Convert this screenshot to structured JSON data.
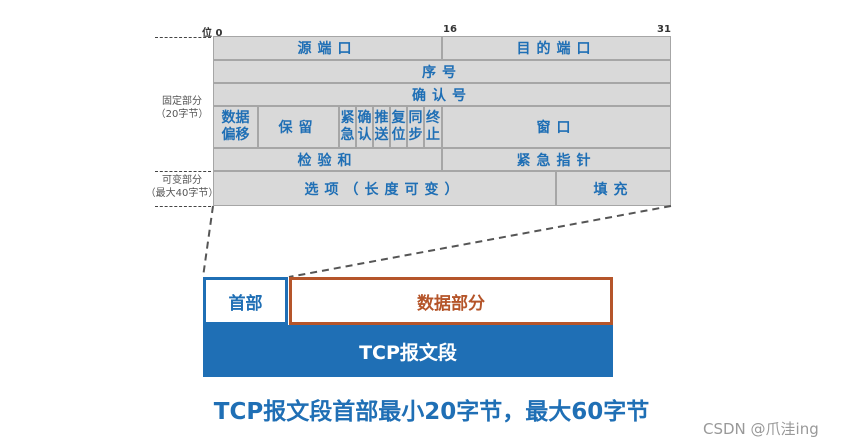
{
  "bit_labels": {
    "start": "位 0",
    "mid": "16",
    "end": "31"
  },
  "header_fields": {
    "src_port": "源端口",
    "dst_port": "目的端口",
    "seq": "序号",
    "ack": "确认号",
    "offset": "数据偏移",
    "reserved": "保留",
    "urg": "紧急",
    "ack_flag": "确认",
    "psh": "推送",
    "rst": "复位",
    "syn": "同步",
    "fin": "终止",
    "window": "窗口",
    "checksum": "检验和",
    "urgent_ptr": "紧急指针",
    "options": "选项（长度可变）",
    "padding": "填充"
  },
  "side_labels": {
    "fixed": "固定部分",
    "fixed_size": "（20字节）",
    "variable": "可变部分",
    "variable_size": "（最大40字节）"
  },
  "segment": {
    "header": "首部",
    "data": "数据部分",
    "bar": "TCP报文段"
  },
  "caption": "TCP报文段首部最小20字节，最大60字节",
  "watermark": "CSDN @爪洼ing",
  "colors": {
    "blue": "#1f6fb5",
    "orange": "#b5552a",
    "cell": "#d9d9d9"
  }
}
